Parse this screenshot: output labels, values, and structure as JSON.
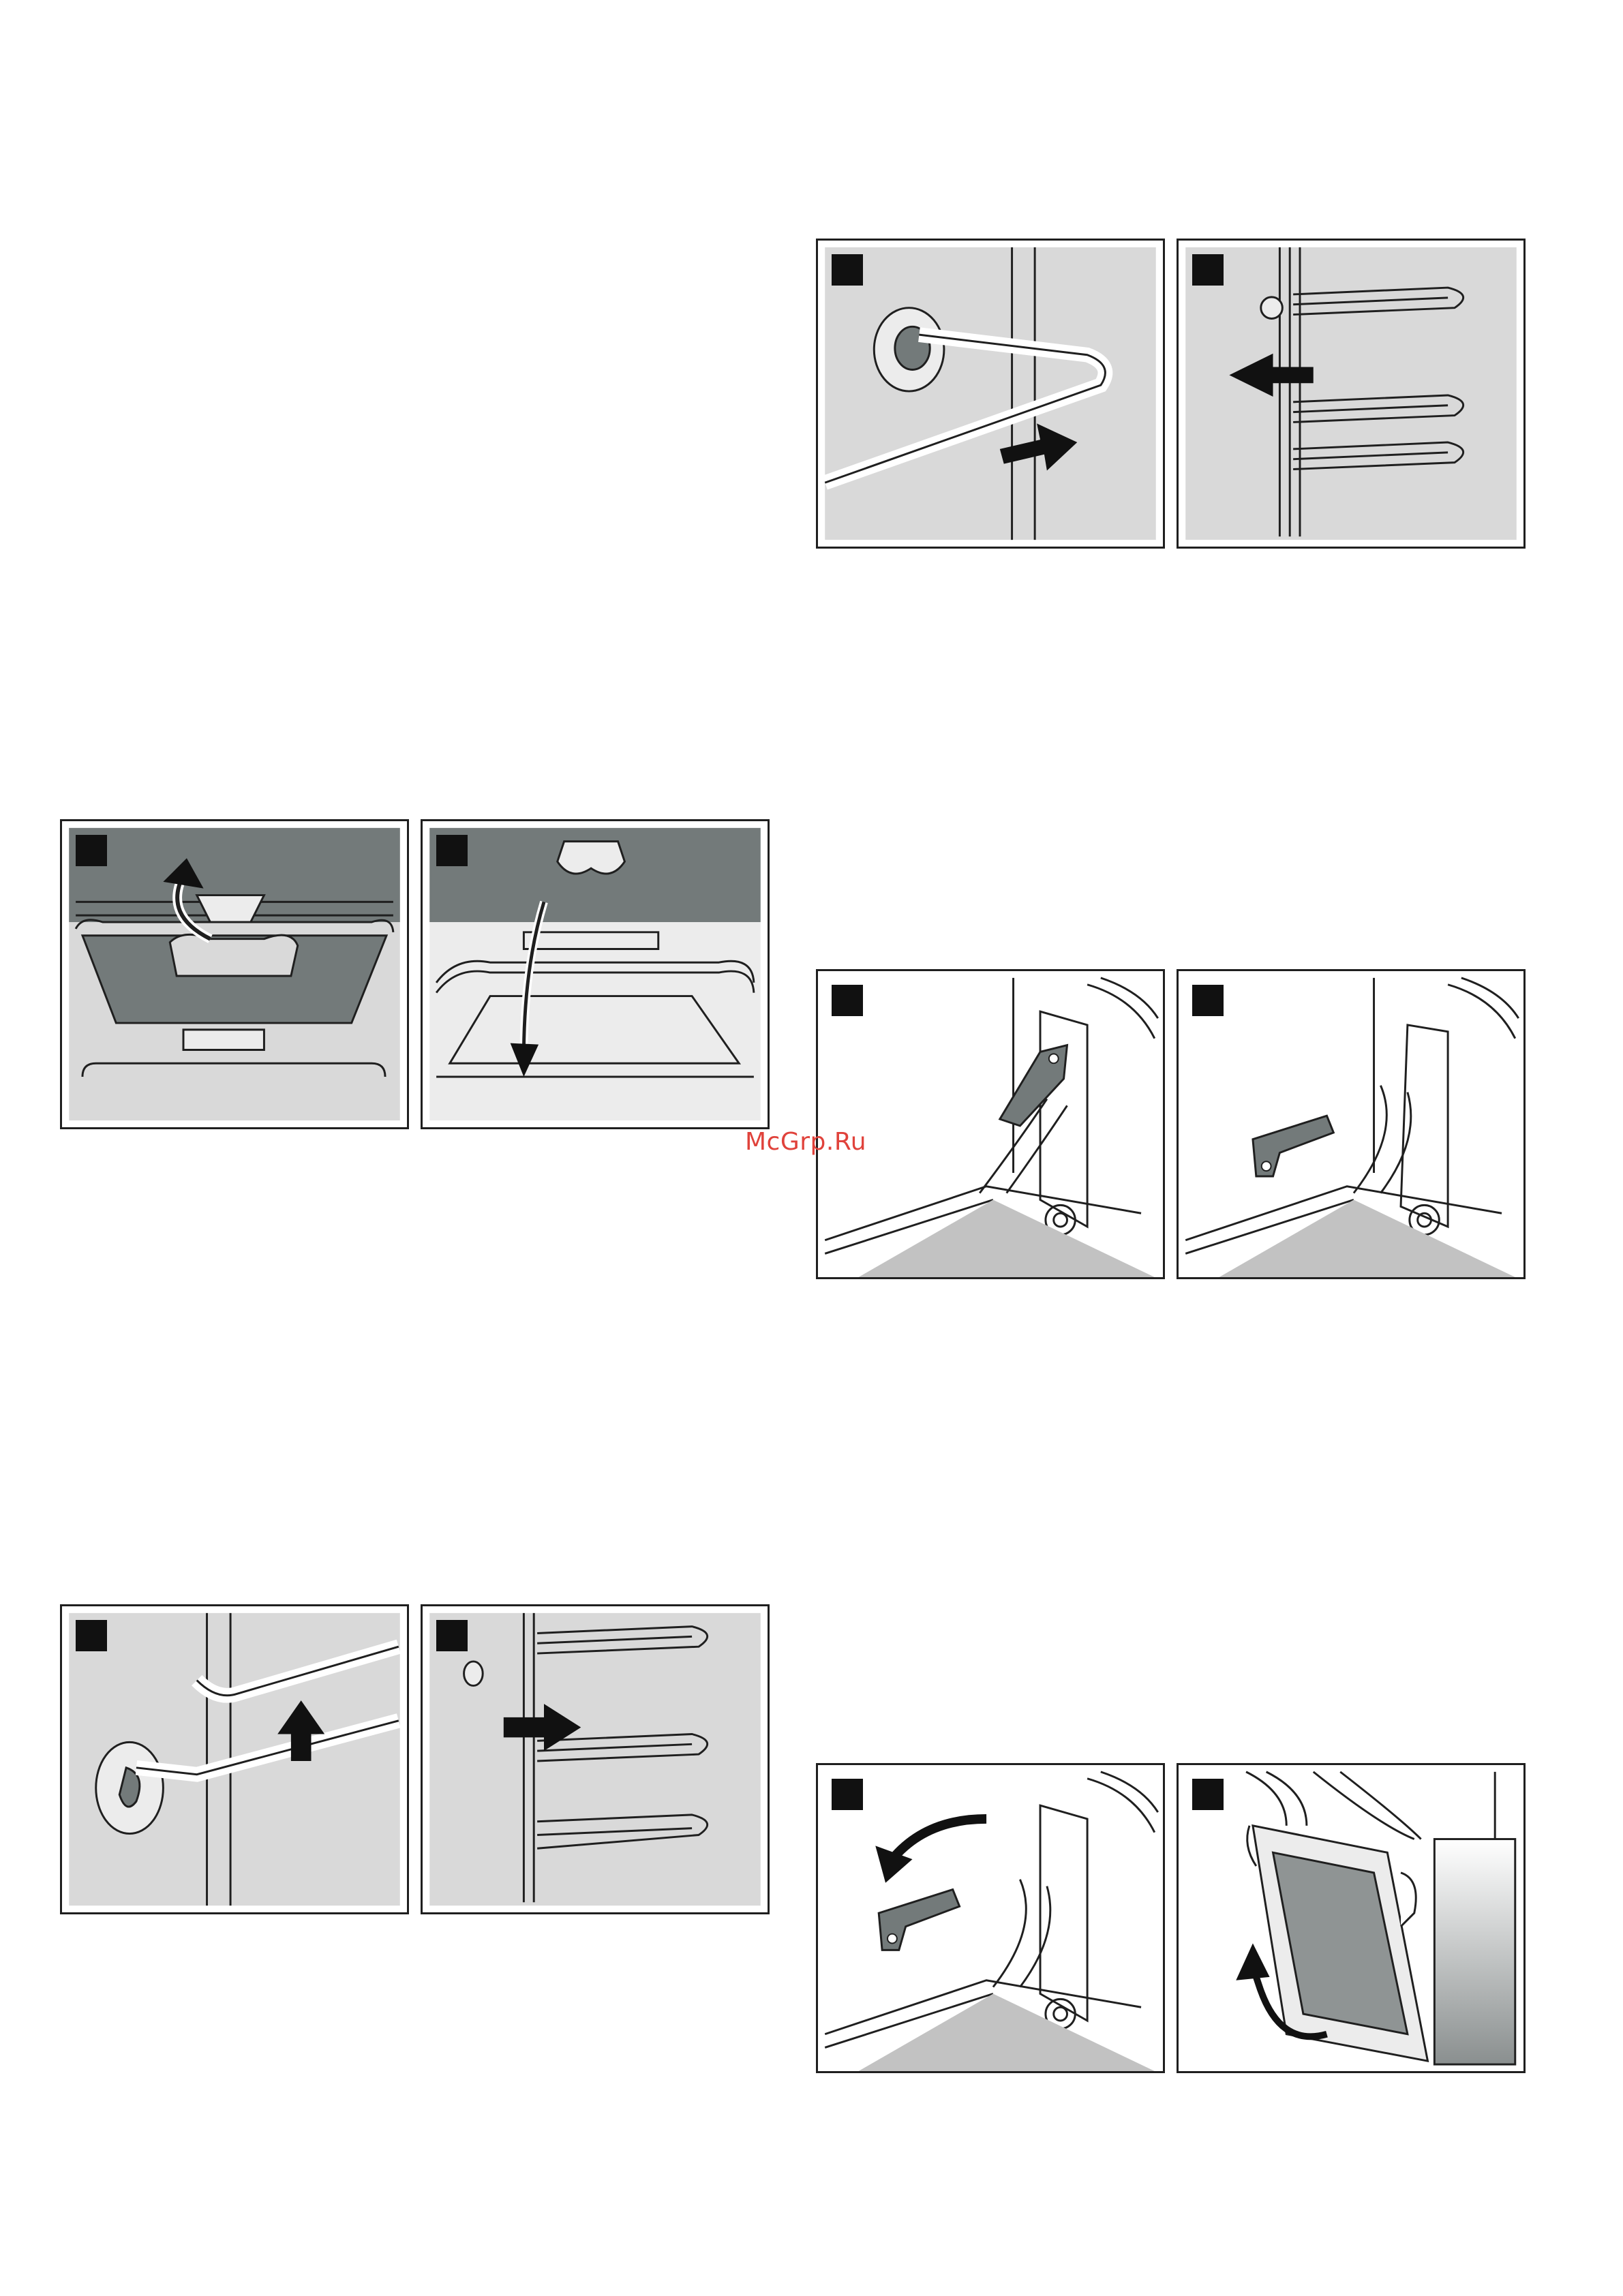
{
  "watermark": {
    "text": "McGrp.Ru"
  },
  "colors": {
    "panel_bg": "#d9d9d9",
    "dark_grey": "#737a7a",
    "outline": "#1f1f1f",
    "watermark": "#e0423b"
  },
  "figures": [
    {
      "id": "rail-removal-left",
      "step_marker": "square"
    },
    {
      "id": "rail-removal-right",
      "step_marker": "square"
    },
    {
      "id": "rack-clip-lift",
      "step_marker": "square"
    },
    {
      "id": "rack-clip-insert",
      "step_marker": "square"
    },
    {
      "id": "door-hinge-lever-closed",
      "step_marker": "square"
    },
    {
      "id": "door-hinge-lever-open",
      "step_marker": "square"
    },
    {
      "id": "rail-fit-left",
      "step_marker": "square"
    },
    {
      "id": "rail-fit-right",
      "step_marker": "square"
    },
    {
      "id": "door-hinge-lever-swing",
      "step_marker": "square"
    },
    {
      "id": "door-lift-off",
      "step_marker": "square"
    }
  ]
}
